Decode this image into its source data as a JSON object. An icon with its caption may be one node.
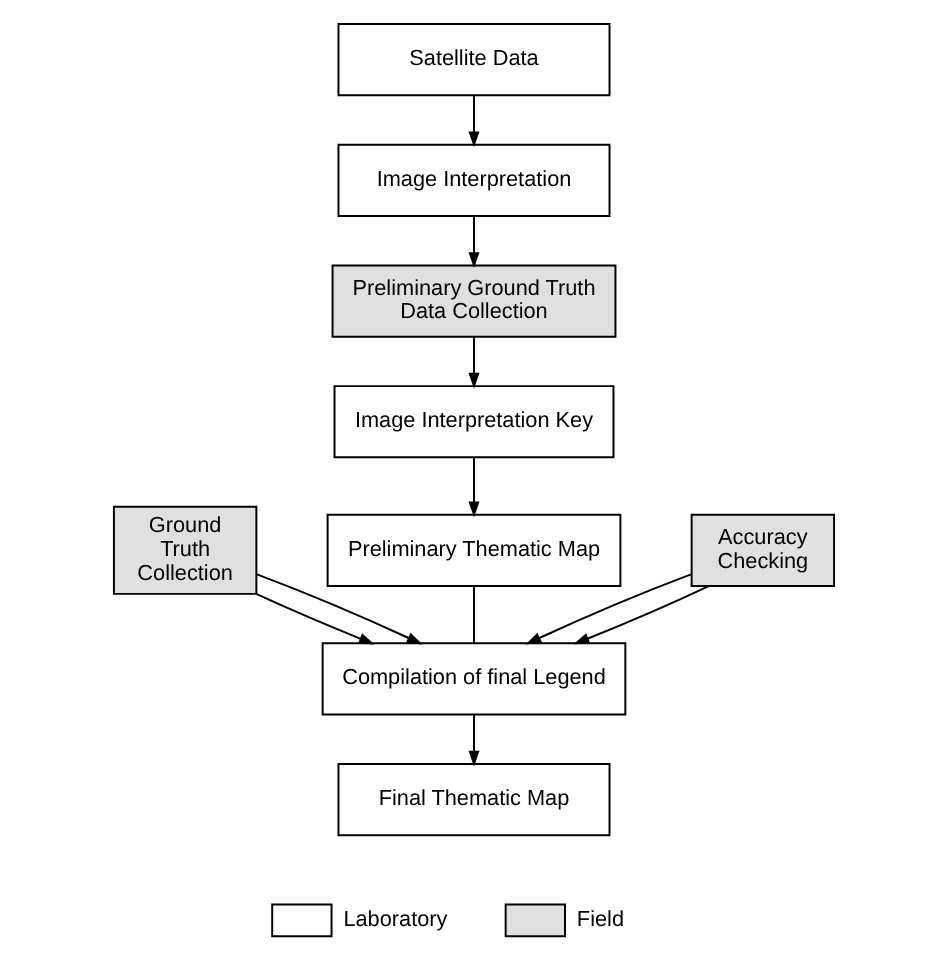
{
  "diagram": {
    "nodes": [
      {
        "text": [
          "Satellite Data"
        ]
      },
      {
        "text": [
          "Image Interpretation"
        ]
      },
      {
        "text": [
          "Preliminary Ground Truth Data Collection"
        ]
      },
      {
        "text": [
          "Image Interpretation Key"
        ]
      },
      {
        "text": [
          "Preliminary Thematic Map"
        ]
      },
      {
        "text": [
          "Ground Truth Collection"
        ]
      },
      {
        "text": [
          "Accuracy Checking"
        ]
      },
      {
        "text": [
          "Compilation of final Legend"
        ]
      },
      {
        "text": [
          "Final Thematic Map"
        ]
      }
    ],
    "edges": [
      {
        "from": 0,
        "to": 1,
        "arrow": "to"
      },
      {
        "from": 1,
        "to": 2,
        "arrow": "to"
      },
      {
        "from": 2,
        "to": 3,
        "arrow": "to"
      },
      {
        "from": 3,
        "to": 4,
        "arrow": "to"
      },
      {
        "from": 4,
        "to": 7,
        "arrow": "none"
      },
      {
        "from": 5,
        "to": 7,
        "arrow": "to"
      },
      {
        "from": 6,
        "to": 7,
        "arrow": "to"
      },
      {
        "from": 5,
        "to": 7,
        "arrow": "to"
      },
      {
        "from": 6,
        "to": 7,
        "arrow": "to"
      },
      {
        "from": 7,
        "to": 8,
        "arrow": "to"
      }
    ],
    "legend": [
      {
        "text": "Laboratory",
        "color": "#ffffff"
      },
      {
        "text": "Field",
        "color": "#e0e0e0"
      }
    ]
  }
}
